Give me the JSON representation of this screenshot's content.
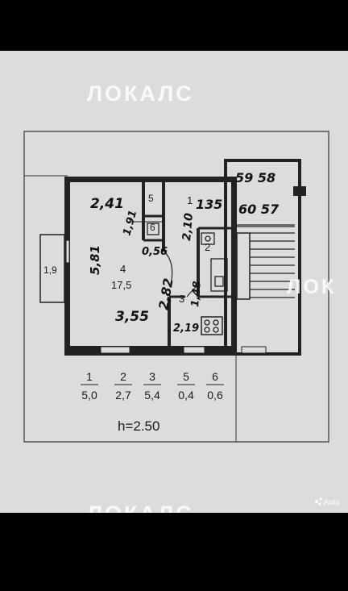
{
  "watermarks": {
    "top": "ЛОКАЛС",
    "right": "ЛОК",
    "bottom": "ЛОКАЛС"
  },
  "avito_mark": "Avito",
  "rooms": {
    "r1": "1",
    "r2": "2",
    "r3": "3",
    "r4_num": "4",
    "r4_area": "17,5",
    "r5": "5",
    "r6": "6",
    "balcony": "1,9"
  },
  "handwritten": {
    "m241": "2,41",
    "m135": "135",
    "m5958": "59 58",
    "m6057": "60 57",
    "m581": "5,81",
    "m191": "1,91",
    "m210": "2,10",
    "m056": "0,56",
    "m282": "2,82",
    "m148": "1,48",
    "m355": "3,55",
    "m219": "2,19"
  },
  "legend": {
    "nums": [
      "1",
      "2",
      "3",
      "5",
      "6"
    ],
    "areas": [
      "5,0",
      "2,7",
      "5,4",
      "0,4",
      "0,6"
    ]
  },
  "height_note": "h=2.50"
}
